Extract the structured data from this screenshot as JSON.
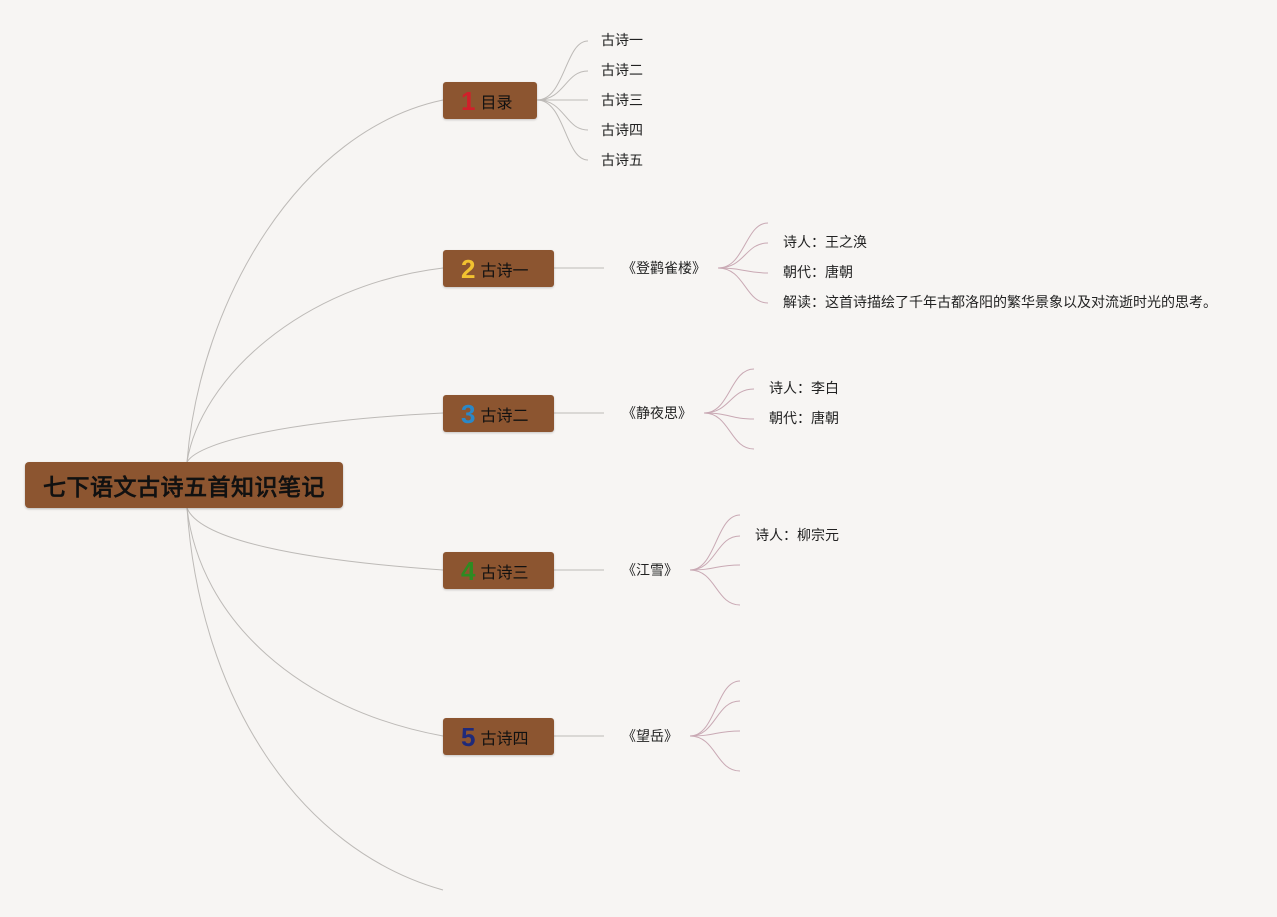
{
  "root": {
    "title": "七下语文古诗五首知识笔记"
  },
  "branches": [
    {
      "num": "1",
      "num_color": "#d0202a",
      "label": "目录",
      "items": [
        "古诗一",
        "古诗二",
        "古诗三",
        "古诗四",
        "古诗五"
      ]
    },
    {
      "num": "2",
      "num_color": "#f2c230",
      "label": "古诗一",
      "poem": "《登鹳雀楼》",
      "details": [
        "诗人：王之涣",
        "朝代：唐朝",
        "解读：这首诗描绘了千年古都洛阳的繁华景象以及对流逝时光的思考。"
      ]
    },
    {
      "num": "3",
      "num_color": "#2a88c8",
      "label": "古诗二",
      "poem": "《静夜思》",
      "details": [
        "诗人：李白",
        "朝代：唐朝"
      ]
    },
    {
      "num": "4",
      "num_color": "#2e8b22",
      "label": "古诗三",
      "poem": "《江雪》",
      "details": [
        "诗人：柳宗元"
      ]
    },
    {
      "num": "5",
      "num_color": "#1f2a7a",
      "label": "古诗四",
      "poem": "《望岳》",
      "details": []
    }
  ],
  "colors": {
    "node_fill": "#8c5530",
    "background": "#f7f5f3",
    "line": "#bdbab7",
    "line_pink": "#c9a9b4"
  }
}
